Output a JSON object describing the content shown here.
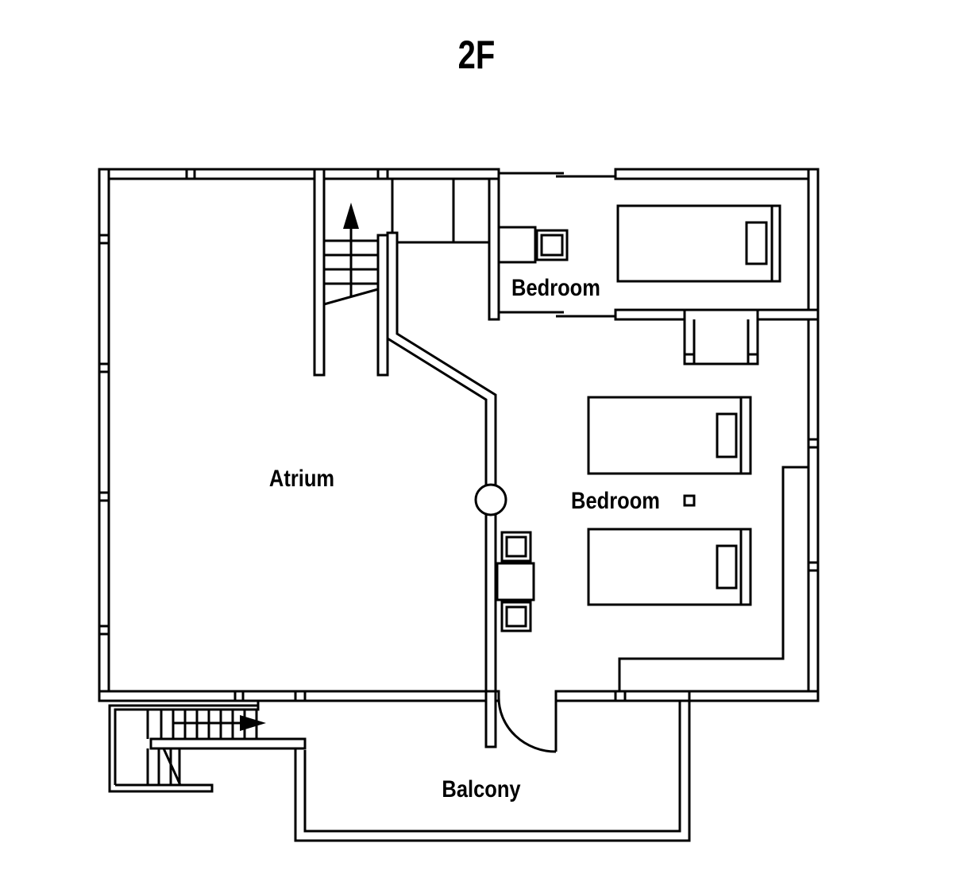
{
  "title": "2F",
  "rooms": {
    "bedroom_top": "Bedroom",
    "atrium": "Atrium",
    "bedroom_main": "Bedroom",
    "balcony": "Balcony"
  },
  "colors": {
    "line": "#000000",
    "background": "#ffffff"
  }
}
